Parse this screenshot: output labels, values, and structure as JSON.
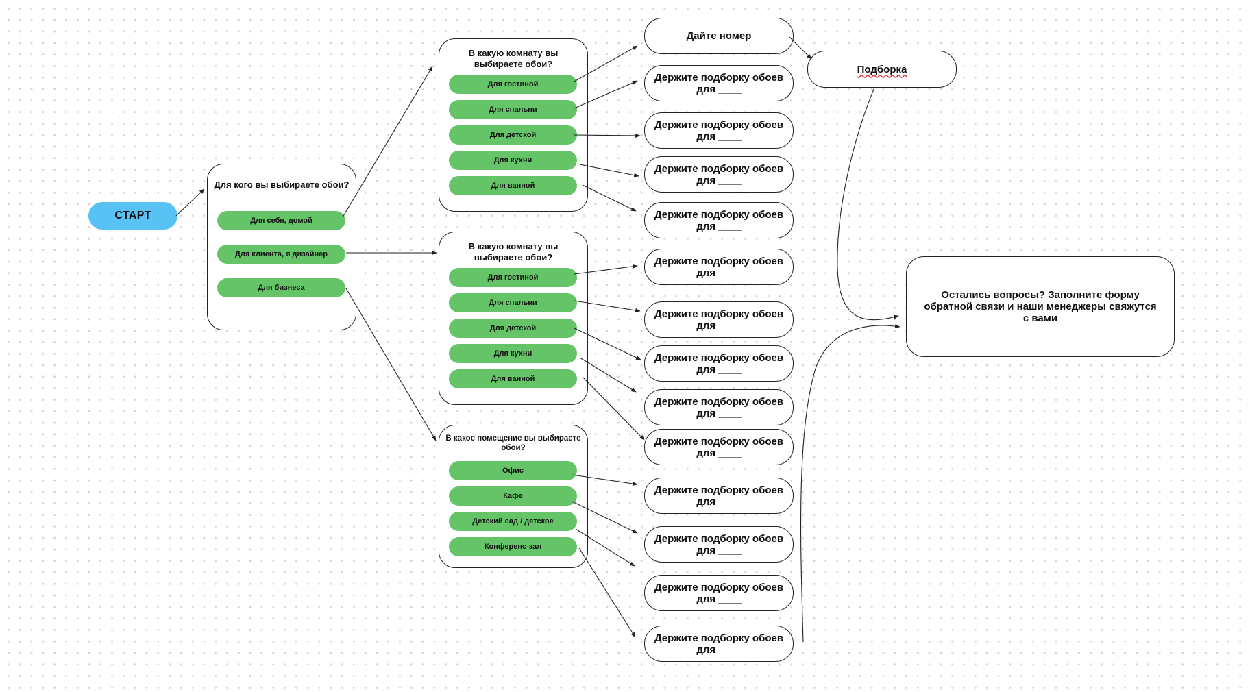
{
  "start": {
    "label": "СТАРТ"
  },
  "who": {
    "title": "Для кого вы выбираете обои?",
    "options": [
      "Для себя, домой",
      "Для клиента, я дизайнер",
      "Для бизнеса"
    ]
  },
  "room_self": {
    "title": "В какую комнату вы выбираете обои?",
    "options": [
      "Для гостиной",
      "Для спальни",
      "Для детской",
      "Для кухни",
      "Для ванной"
    ]
  },
  "room_designer": {
    "title": "В какую комнату вы выбираете обои?",
    "options": [
      "Для гостиной",
      "Для спальни",
      "Для детской",
      "Для кухни",
      "Для ванной"
    ]
  },
  "premises": {
    "title": "В какое помещение вы выбираете обои?",
    "options": [
      "Офис",
      "Кафе",
      "Детский сад / детское",
      "Конференс-зал"
    ]
  },
  "results": {
    "phone": "Дайте номер",
    "selection": "Держите подборку обоев для ____"
  },
  "podborka": {
    "label": "Подборка"
  },
  "feedback": {
    "text": "Остались вопросы? Заполните форму обратной связи и наши менеджеры свяжутся с вами"
  },
  "colors": {
    "start": "#57c2f3",
    "option": "#64c467",
    "border": "#222222"
  }
}
